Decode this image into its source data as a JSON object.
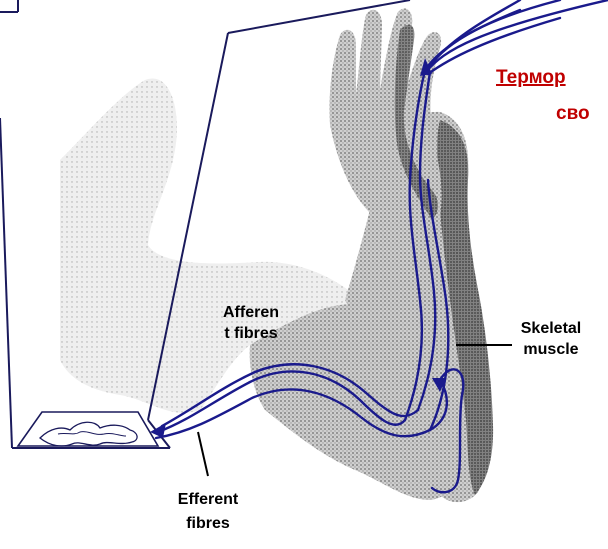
{
  "heading": {
    "line1": "Термор",
    "line2": "сво",
    "color": "#c00000"
  },
  "labels": {
    "afferent_line1": "Afferen",
    "afferent_line2": "t fibres",
    "skeletal_line1": "Skeletal",
    "skeletal_line2": "muscle",
    "efferent_line1": "Efferent",
    "efferent_line2": "fibres"
  },
  "colors": {
    "nerve": "#1a1a8c",
    "arm_shade": "#8a8a8a",
    "panel_outline": "#1a1a5c"
  }
}
